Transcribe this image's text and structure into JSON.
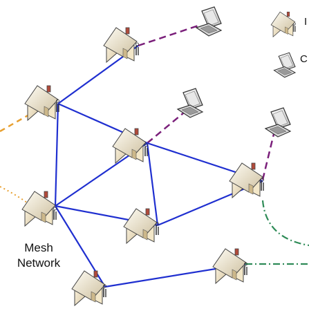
{
  "diagram": {
    "caption_line1": "Mesh",
    "caption_line2": "Network",
    "legend": [
      {
        "icon": "router-house-icon",
        "label": "I"
      },
      {
        "icon": "laptop-icon",
        "label": "C"
      }
    ],
    "colors": {
      "mesh_link": "#1f2fd0",
      "client_link": "#7a1f7a",
      "wired_orange": "#e8a030",
      "wired_green": "#2e8b57"
    }
  }
}
